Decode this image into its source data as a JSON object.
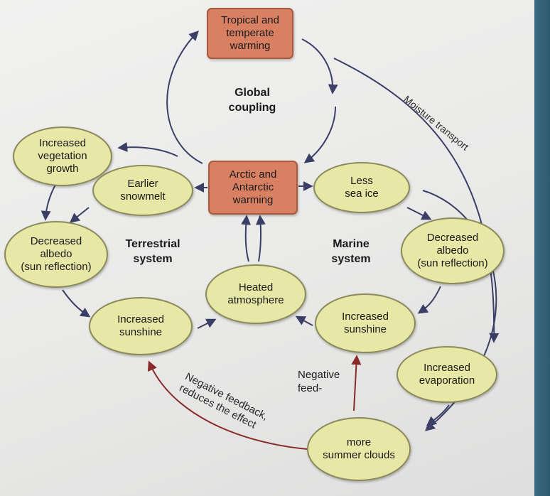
{
  "nodes": {
    "tropical_warming": "Tropical and\ntemperate\nwarming",
    "polar_warming": "Arctic and\nAntarctic\nwarming",
    "vegetation_growth": "Increased\nvegetation\ngrowth",
    "earlier_snowmelt": "Earlier\nsnowmelt",
    "less_sea_ice": "Less\nsea ice",
    "terrestrial_albedo": "Decreased\nalbedo\n(sun reflection)",
    "marine_albedo": "Decreased\nalbedo\n(sun reflection)",
    "heated_atmosphere": "Heated\natmosphere",
    "terrestrial_sunshine": "Increased\nsunshine",
    "marine_sunshine": "Increased\nsunshine",
    "increased_evaporation": "Increased\nevaporation",
    "summer_clouds": "more\nsummer clouds"
  },
  "labels": {
    "global_coupling": "Global\ncoupling",
    "terrestrial_system": "Terrestrial\nsystem",
    "marine_system": "Marine\nsystem",
    "moisture_transport": "Moisture transport",
    "negative_feed": "Negative\nfeed-",
    "negative_feedback": "Negative feedback,\nreduces the effect"
  },
  "colors": {
    "oval_fill": "#e7e7a6",
    "rect_fill": "#d88061",
    "arrow_blue": "#3b3f66",
    "arrow_red": "#8a2a2a"
  }
}
